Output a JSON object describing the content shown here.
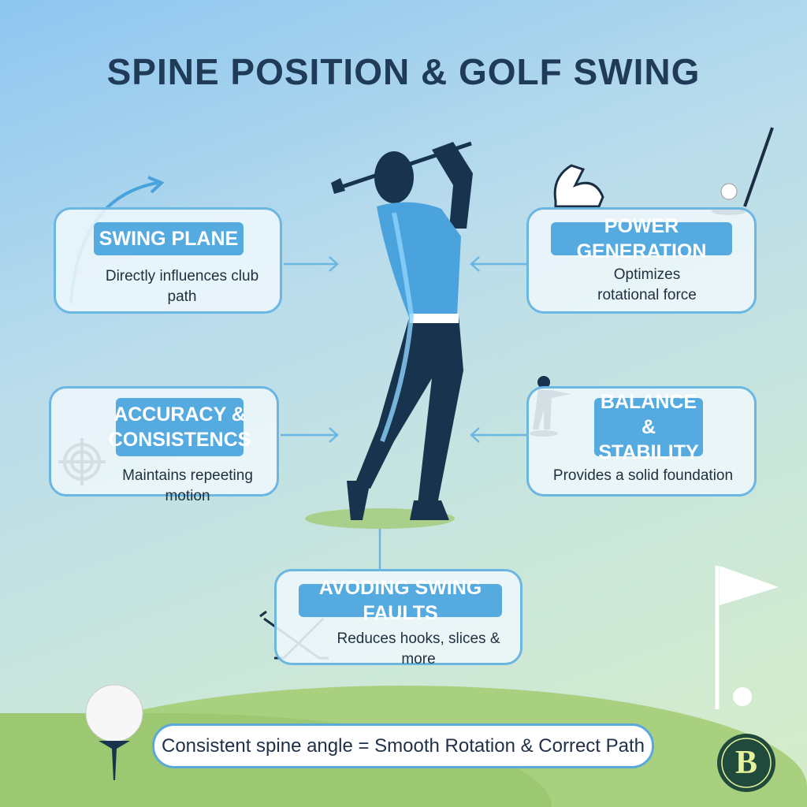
{
  "title": "SPINE POSITION & GOLF SWING",
  "cards": [
    {
      "label": "SWING PLANE",
      "desc": "Directly influences club path",
      "icon": "curved-arrow-icon"
    },
    {
      "label": "POWER GENERATION",
      "desc": "Optimizes rotational force",
      "icon": "flexed-arm-icon"
    },
    {
      "label": "ACCURACY & CONSISTENCS",
      "desc": "Maintains repeeting motion",
      "icon": "target-icon"
    },
    {
      "label": "BALANCE & STABILITY",
      "desc": "Provides a solid foundation",
      "icon": "standing-figure-icon"
    },
    {
      "label": "AVODING SWING FAULTS",
      "desc": "Reduces hooks, slices & more",
      "icon": "crossed-clubs-icon"
    }
  ],
  "banner": "Consistent spine angle = Smooth Rotation & Correct Path",
  "logo": "B",
  "colors": {
    "accent": "#55abe0",
    "title": "#1f3b57",
    "figure": "#17334d",
    "shirt": "#4aa3dc",
    "logo_bg": "#1f4a3c",
    "logo_fg": "#e6f29a"
  }
}
